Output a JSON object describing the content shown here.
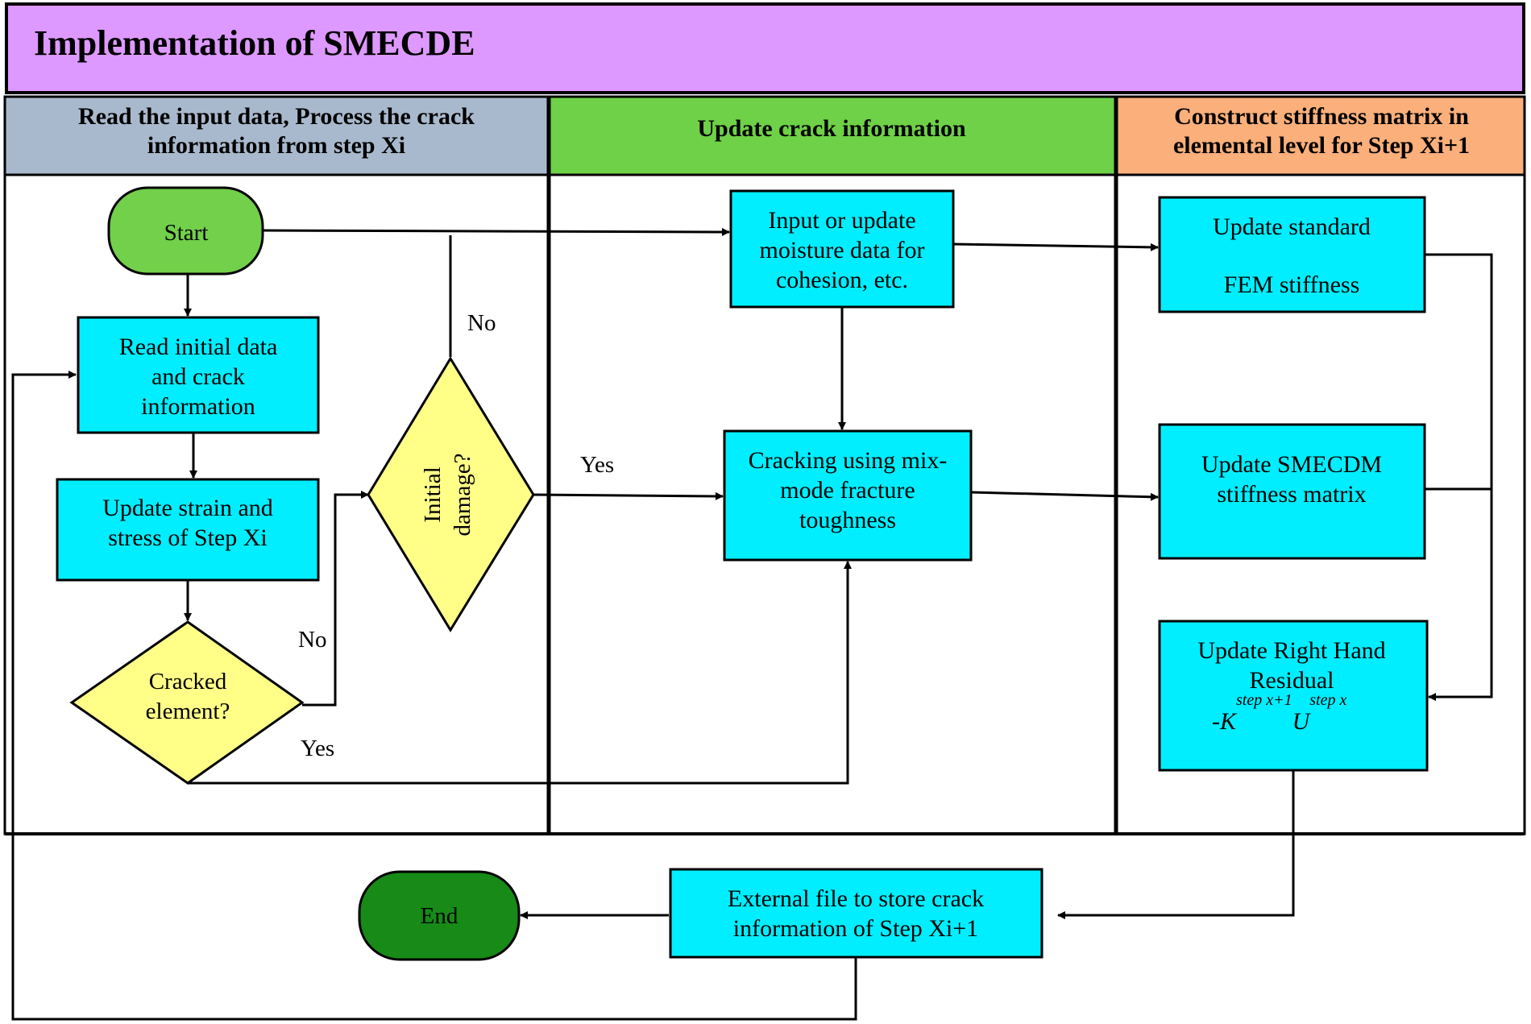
{
  "title": "Implementation of SMECDE",
  "colors": {
    "title_bg": "#dd99ff",
    "lane1_header": "#a9b9cd",
    "lane2_header": "#6ed147",
    "lane3_header": "#fbaf7a",
    "process": "#00eeff",
    "decision": "#ffff88",
    "start": "#72d04a",
    "end": "#178a17"
  },
  "lanes": [
    {
      "line1": "Read the input data, Process the crack",
      "line2": "information from step Xi"
    },
    {
      "line1": "Update crack information"
    },
    {
      "line1": "Construct stiffness matrix in",
      "line2": "elemental level for Step Xi+1"
    }
  ],
  "nodes": {
    "start": "Start",
    "end": "End",
    "read_initial": [
      "Read initial data",
      "and crack",
      "information"
    ],
    "update_strain": [
      "Update strain and",
      "stress of Step Xi"
    ],
    "cracked_element": [
      "Cracked",
      "element?"
    ],
    "initial_damage": [
      "Initial",
      "damage?"
    ],
    "moisture": [
      "Input or update",
      "moisture data for",
      "cohesion, etc."
    ],
    "cracking": [
      "Cracking using mix-",
      "mode fracture",
      "toughness"
    ],
    "fem_stiffness": [
      "Update standard",
      "FEM stiffness"
    ],
    "smecdm_stiffness": [
      "Update SMECDM",
      "stiffness matrix"
    ],
    "rhs": {
      "line1": "Update Right Hand",
      "line2": "Residual",
      "prefix": "-K",
      "k_sup": "step x+1",
      "u": "U",
      "u_sup": "step x"
    },
    "external_file": [
      "External file to store crack",
      "information of Step Xi+1"
    ]
  },
  "edge_labels": {
    "cracked_no": "No",
    "cracked_yes": "Yes",
    "damage_no": "No",
    "damage_yes": "Yes"
  }
}
